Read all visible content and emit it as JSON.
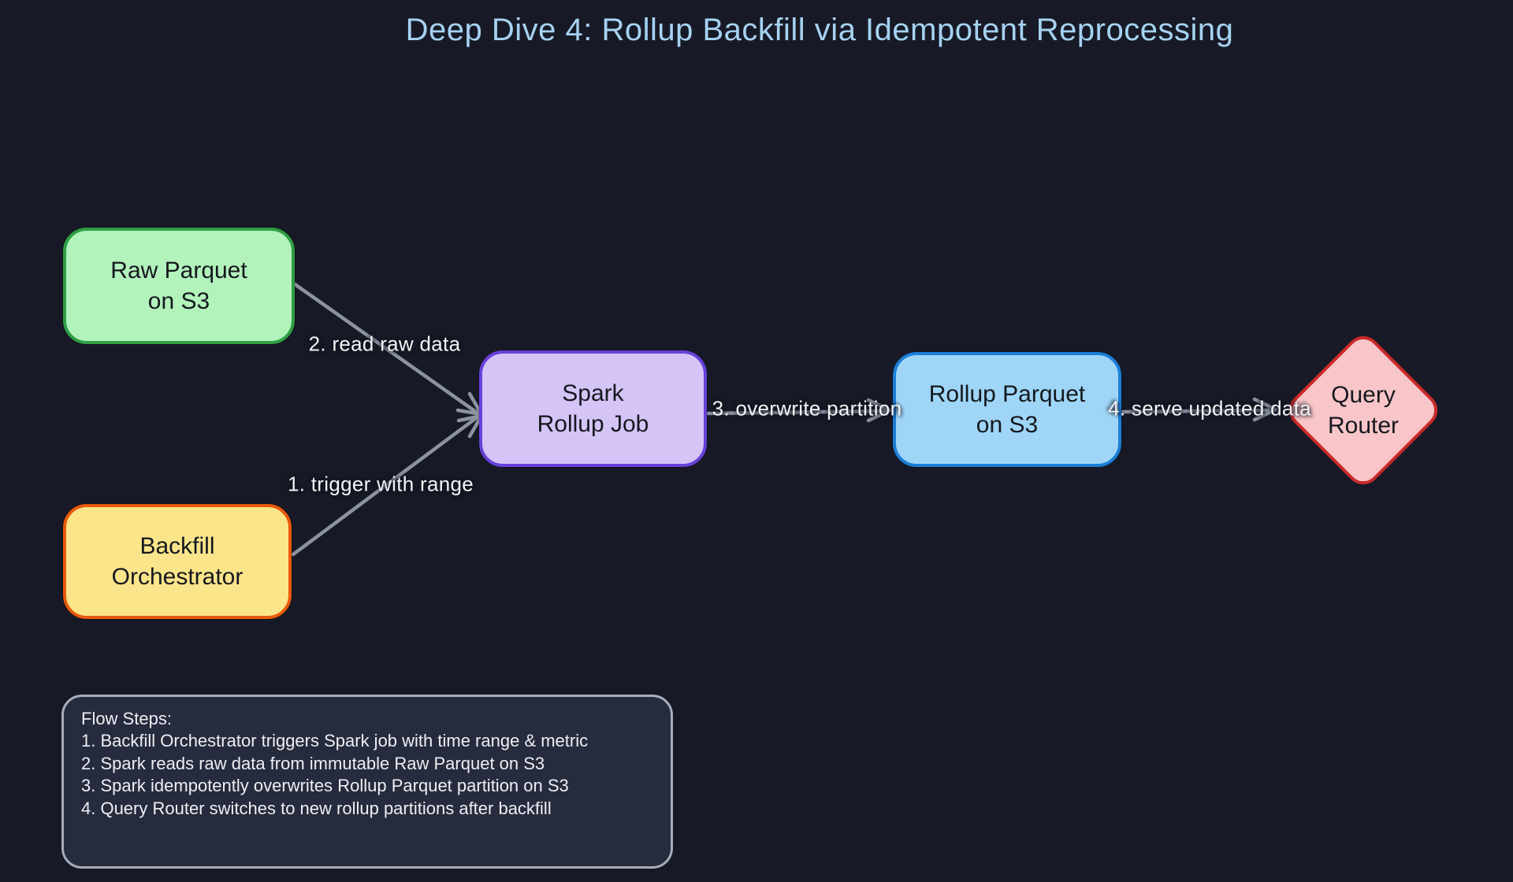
{
  "title": "Deep Dive 4: Rollup Backfill via Idempotent Reprocessing",
  "colors": {
    "background": "#171a26",
    "title": "#a6d2f1",
    "arrow": "#8b93a2",
    "edge_label": "#f2f3f5",
    "node_text": "#15181e",
    "panel_fill": "#262b3d",
    "panel_border": "#a6adbb",
    "panel_text": "#edeff3"
  },
  "nodes": [
    {
      "id": "raw_parquet",
      "shape": "rounded-rect",
      "fill": "#b2f2bb",
      "border": "#2f9e44",
      "lines": [
        "Raw Parquet",
        "on S3"
      ]
    },
    {
      "id": "backfill_orchestrator",
      "shape": "rounded-rect",
      "fill": "#fbe58b",
      "border": "#e8590c",
      "lines": [
        "Backfill",
        "Orchestrator"
      ]
    },
    {
      "id": "spark_rollup_job",
      "shape": "rounded-rect",
      "fill": "#d5c4f6",
      "border": "#6741d9",
      "lines": [
        "Spark",
        "Rollup Job"
      ]
    },
    {
      "id": "rollup_parquet",
      "shape": "rounded-rect",
      "fill": "#9fd6f7",
      "border": "#1c7ed6",
      "lines": [
        "Rollup Parquet",
        "on S3"
      ]
    },
    {
      "id": "query_router",
      "shape": "diamond",
      "fill": "#f8c5c8",
      "border": "#c92a2a",
      "lines": [
        "Query",
        "Router"
      ]
    }
  ],
  "edges": [
    {
      "id": "trigger",
      "from": "backfill_orchestrator",
      "to": "spark_rollup_job",
      "label": "1. trigger with range"
    },
    {
      "id": "read",
      "from": "raw_parquet",
      "to": "spark_rollup_job",
      "label": "2. read raw data"
    },
    {
      "id": "overwrite",
      "from": "spark_rollup_job",
      "to": "rollup_parquet",
      "label": "3. overwrite partition"
    },
    {
      "id": "serve",
      "from": "rollup_parquet",
      "to": "query_router",
      "label": "4. serve updated data"
    }
  ],
  "flow_panel": {
    "heading": "Flow Steps:",
    "steps": [
      "1. Backfill Orchestrator triggers Spark job with time range & metric",
      "2. Spark reads raw data from immutable Raw Parquet on S3",
      "3. Spark idempotently overwrites Rollup Parquet partition on S3",
      "4. Query Router switches to new rollup partitions after backfill"
    ]
  }
}
